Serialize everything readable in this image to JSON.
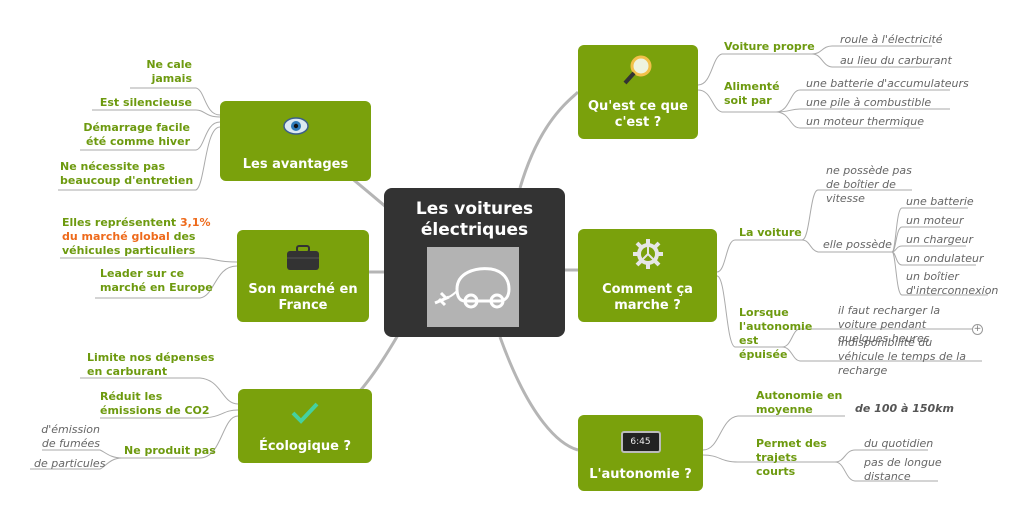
{
  "center": {
    "title": "Les voitures électriques"
  },
  "colors": {
    "branch": "#7aa10c",
    "center": "#333333",
    "label": "#6d9a0f",
    "highlight": "#ee6a1b"
  },
  "left": {
    "avantages": {
      "label": "Les avantages",
      "icon": "eye-icon",
      "items": [
        "Ne cale jamais",
        "Est silencieuse",
        "Démarrage facile été comme hiver",
        "Ne nécessite pas beaucoup d'entretien"
      ]
    },
    "marche": {
      "label": "Son marché en France",
      "icon": "briefcase-icon",
      "item1": {
        "pre": "Elles représentent ",
        "pct": "3,1%",
        "mid": "du marché global",
        "post": " des véhicules particuliers"
      },
      "item2": "Leader sur ce marché en Europe"
    },
    "ecologique": {
      "label": "Écologique ?",
      "icon": "checkmark-icon",
      "items": [
        "Limite nos dépenses en carburant",
        "Réduit les émissions de CO2",
        "Ne produit pas"
      ],
      "sub": [
        "d'émission de fumées",
        "de particules"
      ]
    }
  },
  "right": {
    "quoi": {
      "label": "Qu'est ce que c'est ?",
      "icon": "magnifier-icon",
      "propre": {
        "label": "Voiture propre",
        "items": [
          "roule à l'électricité",
          "au lieu du carburant"
        ]
      },
      "alimente": {
        "label": "Alimenté soit par",
        "items": [
          "une batterie d'accumulateurs",
          "une pile à combustible",
          "un moteur thermique"
        ]
      }
    },
    "comment": {
      "label": "Comment ça marche ?",
      "icon": "gear-icon",
      "voiture": {
        "label": "La voiture",
        "no_gearbox": "ne possède pas de boîtier de vitesse",
        "possede": "elle possède",
        "items": [
          "une batterie",
          "un moteur",
          "un chargeur",
          "un ondulateur",
          "un boîtier d'interconnexion"
        ]
      },
      "epuisee": {
        "label": "Lorsque l'autonomie est épuisée",
        "items": [
          "il faut recharger la voiture pendant quelques heures",
          "indisponibilité du véhicule le temps de la recharge"
        ]
      }
    },
    "autonomie": {
      "label": "L'autonomie ?",
      "icon": "clock-icon",
      "clock": "6:45",
      "moyenne": {
        "label": "Autonomie en moyenne",
        "value": "de 100 à 150km"
      },
      "trajets": {
        "label": "Permet des trajets courts",
        "items": [
          "du quotidien",
          "pas de longue distance"
        ]
      }
    }
  }
}
